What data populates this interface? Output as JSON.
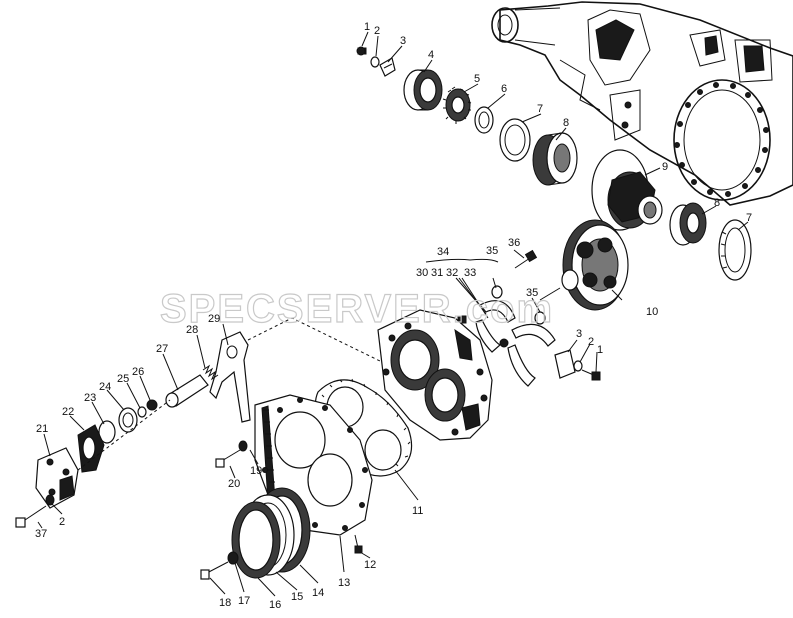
{
  "watermark": "SPECSERVER.com",
  "labels": [
    "1",
    "2",
    "3",
    "4",
    "5",
    "6",
    "7",
    "8",
    "9",
    "8",
    "7",
    "34",
    "30",
    "31",
    "32",
    "33",
    "35",
    "36",
    "35",
    "10",
    "3",
    "2",
    "1",
    "28",
    "29",
    "27",
    "26",
    "25",
    "24",
    "23",
    "22",
    "21",
    "2",
    "37",
    "19",
    "20",
    "11",
    "12",
    "13",
    "14",
    "15",
    "16",
    "17",
    "18"
  ],
  "colors": {
    "ink": "#111111",
    "watermark": "#c9c9c9",
    "background": "#ffffff"
  }
}
